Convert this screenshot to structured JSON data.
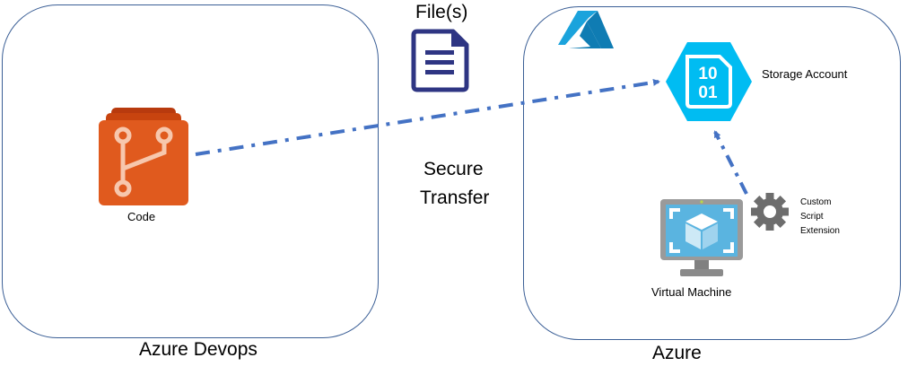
{
  "containers": {
    "devops": {
      "label": "Azure Devops"
    },
    "azure": {
      "label": "Azure"
    }
  },
  "top": {
    "files_label": "File(s)"
  },
  "middle": {
    "transfer_line1": "Secure",
    "transfer_line2": "Transfer"
  },
  "nodes": {
    "code": {
      "label": "Code",
      "icon": "git-repo-icon",
      "color": "#e05a1e"
    },
    "storage": {
      "label": "Storage Account",
      "icon": "storage-account-icon",
      "icon_text_1": "10",
      "icon_text_2": "01",
      "color": "#00bcf2"
    },
    "vm": {
      "label": "Virtual Machine",
      "icon": "virtual-machine-icon"
    },
    "extension": {
      "label_line1": "Custom",
      "label_line2": "Script",
      "label_line3": "Extension",
      "icon": "gear-icon"
    }
  },
  "colors": {
    "connector": "#4472c4",
    "container_border": "#3b5f96",
    "file_icon": "#2e3583"
  }
}
